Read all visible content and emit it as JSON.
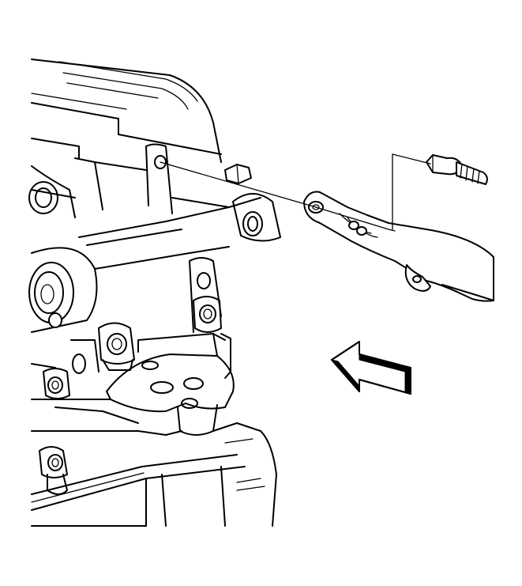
{
  "diagram": {
    "colors": {
      "line": "#000000",
      "background": "#ffffff"
    },
    "icons": [
      "bolt-icon",
      "arrow-left-icon"
    ],
    "parts": [
      "engine-block",
      "engine-mount-bracket",
      "wiring-harness-bracket",
      "harness-bolt",
      "engine-bolt"
    ]
  }
}
